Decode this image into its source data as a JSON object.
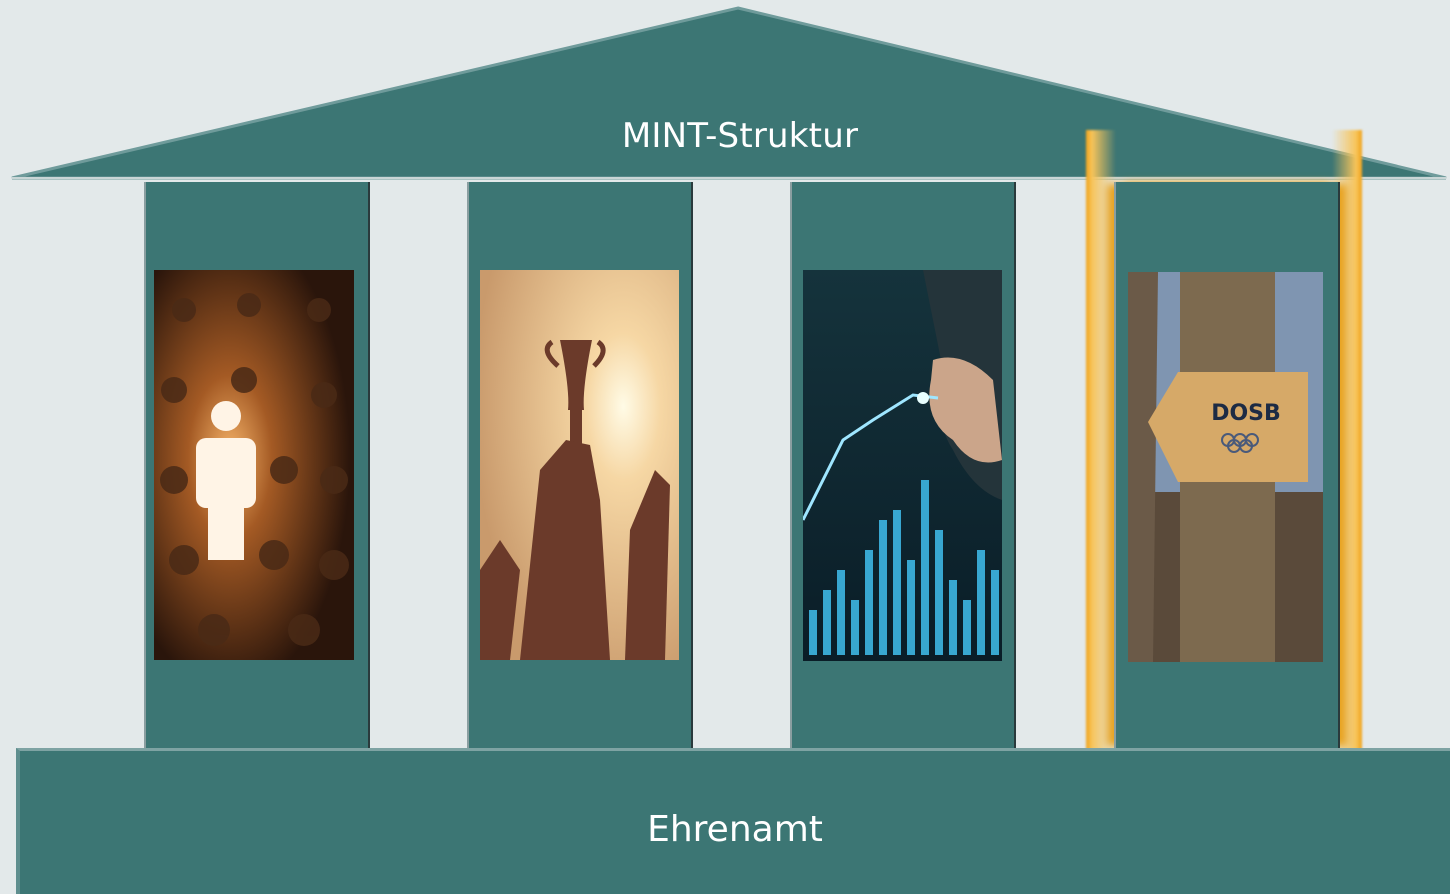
{
  "roof": {
    "title": "MINT-Struktur"
  },
  "base": {
    "title": "Ehrenamt"
  },
  "pillars": [
    {
      "name": "pillar-1",
      "image": "person-standing-out-in-crowd"
    },
    {
      "name": "pillar-2",
      "image": "hands-raising-trophy"
    },
    {
      "name": "pillar-3",
      "image": "hand-touching-data-chart"
    },
    {
      "name": "pillar-4",
      "image": "dosb-sign-on-tree",
      "highlighted": true
    }
  ],
  "sign": {
    "logo_text": "DOSB"
  },
  "colors": {
    "background": "#e3e9ea",
    "structure": "#3c7674",
    "highlight": "#e9a21d",
    "text": "#ffffff"
  }
}
